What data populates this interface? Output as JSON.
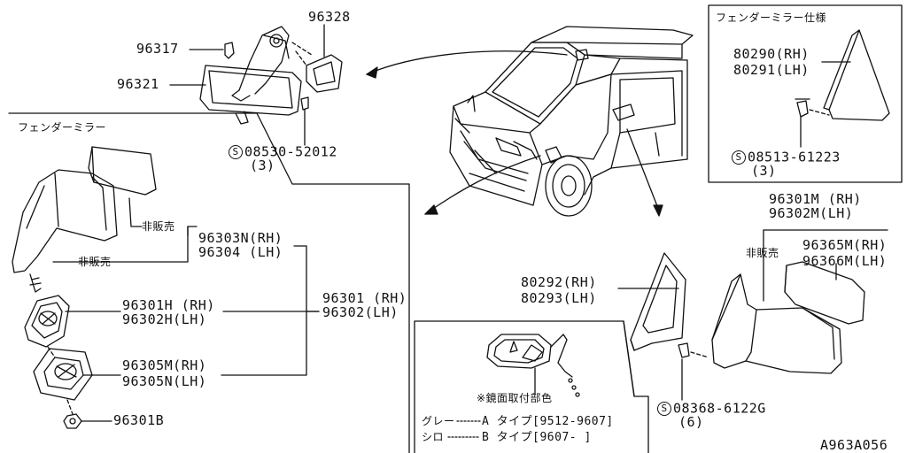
{
  "inner_mirror": {
    "p96328": "96328",
    "p96317": "96317",
    "p96321": "96321",
    "screw_code": "08530-52012",
    "screw_qty": "(3)"
  },
  "fender_box": {
    "title": "フェンダーミラー仕様",
    "p_rh": "80290(RH)",
    "p_lh": "80291(LH)",
    "screw_code": "08513-61223",
    "screw_qty": "(3)"
  },
  "fender_mirror": {
    "title": "フェンダーミラー",
    "not_for_sale_1": "非販売",
    "not_for_sale_2": "非販売",
    "p96303n": "96303N(RH)",
    "p96304": "96304 (LH)",
    "p96301h": "96301H (RH)",
    "p96302h": "96302H(LH)",
    "p96301": "96301 (RH)",
    "p96302": "96302(LH)",
    "p96305m": "96305M(RH)",
    "p96305n": "96305N(LH)",
    "p96301b": "96301B"
  },
  "door_mirror": {
    "p96301m": "96301M (RH)",
    "p96302m": "96302M(LH)",
    "not_for_sale": "非販売",
    "p96365m": "96365M(RH)",
    "p96366m": "96366M(LH)",
    "p80292": "80292(RH)",
    "p80293": "80293(LH)",
    "screw_code": "08368-6122G",
    "screw_qty": "(6)"
  },
  "color_box": {
    "title": "※鏡面取付部色",
    "row1_color": "グレー",
    "row1_type": "A タイプ[9512-9607]",
    "row2_color": "シロ",
    "row2_type": "B タイプ[9607-     ]"
  },
  "code": "A963A056",
  "screw_symbol": "S"
}
